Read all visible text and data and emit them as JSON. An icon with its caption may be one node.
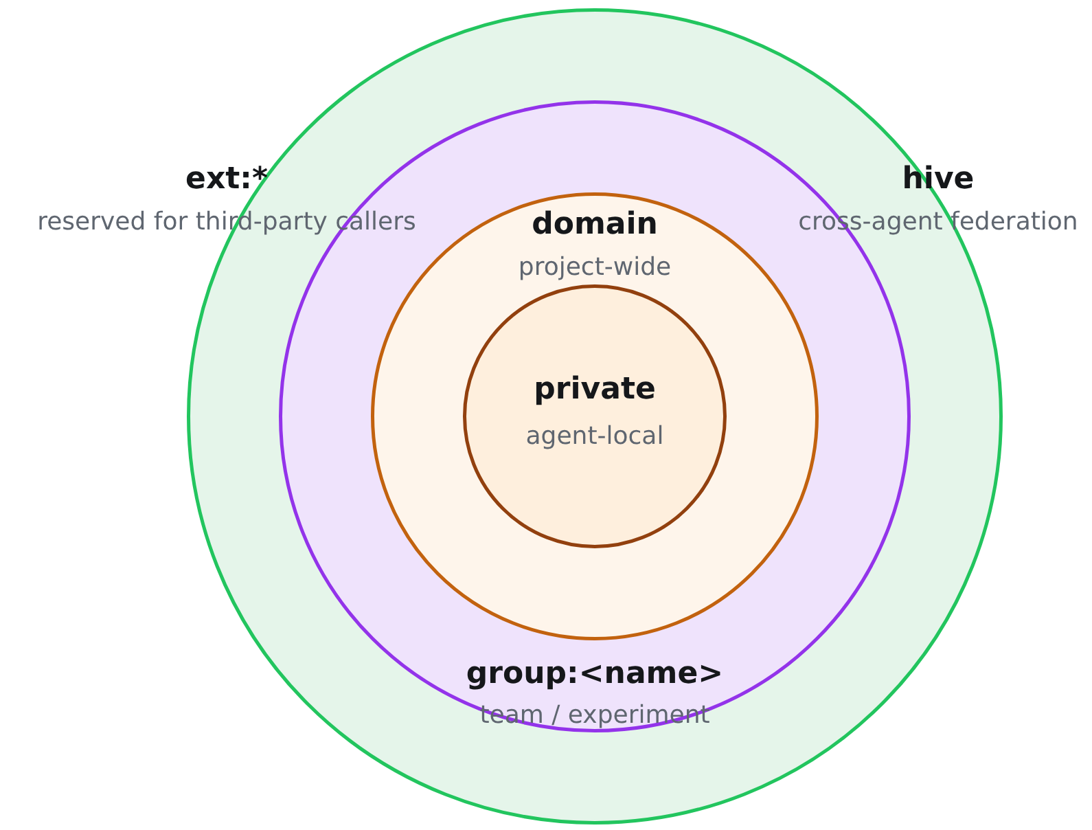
{
  "diagram": {
    "nodes": [
      {
        "text": [
          "hive",
          "cross-agent federation"
        ]
      },
      {
        "text": [
          "group:<name>",
          "team / experiment"
        ],
        "in": 0
      },
      {
        "text": [
          "domain",
          "project-wide"
        ],
        "in": 1
      },
      {
        "text": [
          "private",
          "agent-local"
        ],
        "in": 2
      }
    ],
    "labels": [
      "ext:*",
      "reserved for third-party callers"
    ]
  }
}
